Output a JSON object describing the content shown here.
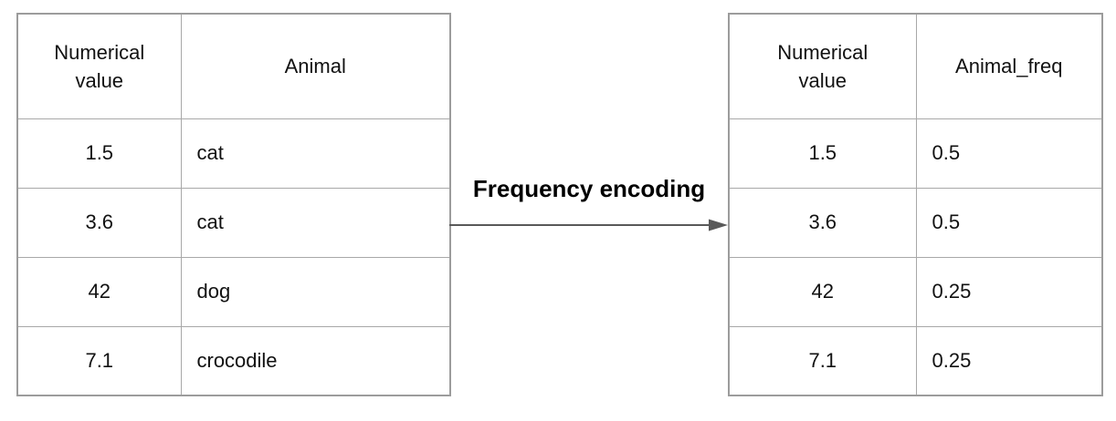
{
  "diagram": {
    "arrow_label": "Frequency encoding",
    "left_table": {
      "headers": [
        "Numerical\nvalue",
        "Animal"
      ],
      "rows": [
        [
          "1.5",
          "cat"
        ],
        [
          "3.6",
          "cat"
        ],
        [
          "42",
          "dog"
        ],
        [
          "7.1",
          "crocodile"
        ]
      ]
    },
    "right_table": {
      "headers": [
        "Numerical\nvalue",
        "Animal_freq"
      ],
      "rows": [
        [
          "1.5",
          "0.5"
        ],
        [
          "3.6",
          "0.5"
        ],
        [
          "42",
          "0.25"
        ],
        [
          "7.1",
          "0.25"
        ]
      ]
    },
    "colors": {
      "border": "#a8a8a8",
      "text": "#111111",
      "arrow": "#595959"
    }
  }
}
